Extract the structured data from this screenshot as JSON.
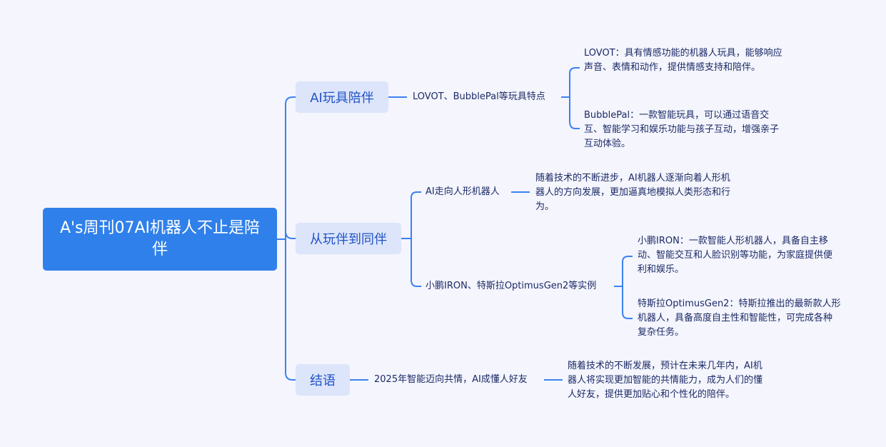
{
  "root": {
    "title": "A's周刊07AI机器人不止是陪伴"
  },
  "branches": [
    {
      "label": "AI玩具陪伴",
      "children": [
        {
          "label": "LOVOT、BubblePal等玩具特点",
          "leaves": [
            "LOVOT：具有情感功能的机器人玩具，能够响应声音、表情和动作，提供情感支持和陪伴。",
            "BubblePal：一款智能玩具，可以通过语音交互、智能学习和娱乐功能与孩子互动，增强亲子互动体验。"
          ]
        }
      ]
    },
    {
      "label": "从玩伴到同伴",
      "children": [
        {
          "label": "AI走向人形机器人",
          "leaves": [
            "随着技术的不断进步，AI机器人逐渐向着人形机器人的方向发展，更加逼真地模拟人类形态和行为。"
          ]
        },
        {
          "label": "小鹏IRON、特斯拉OptimusGen2等实例",
          "leaves": [
            "小鹏IRON：一款智能人形机器人，具备自主移动、智能交互和人脸识别等功能，为家庭提供便利和娱乐。",
            "特斯拉OptimusGen2：特斯拉推出的最新款人形机器人，具备高度自主性和智能性，可完成各种复杂任务。"
          ]
        }
      ]
    },
    {
      "label": "结语",
      "children": [
        {
          "label": "2025年智能迈向共情，AI成懂人好友",
          "leaves": [
            "随着技术的不断发展，预计在未来几年内，AI机器人将实现更加智能的共情能力，成为人们的懂人好友，提供更加贴心和个性化的陪伴。"
          ]
        }
      ]
    }
  ],
  "colors": {
    "line": "#3b82f0",
    "root": "#2f80ea",
    "branch_bg": "#dde5fb"
  }
}
